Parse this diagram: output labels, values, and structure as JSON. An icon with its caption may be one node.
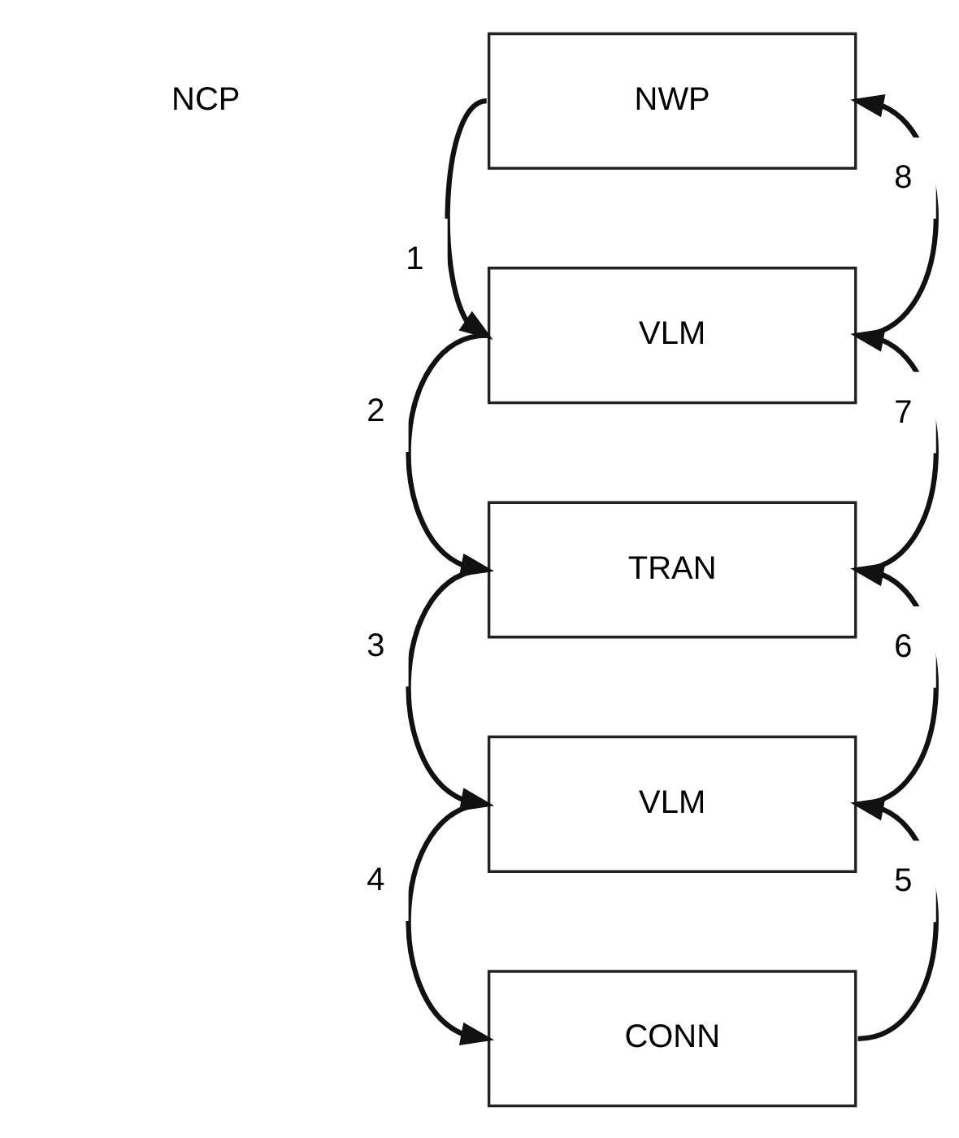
{
  "diagram": {
    "nodes": [
      {
        "text": [
          "NWP"
        ]
      },
      {
        "text": [
          "VLM"
        ]
      },
      {
        "text": [
          "TRAN"
        ]
      },
      {
        "text": [
          "VLM"
        ]
      },
      {
        "text": [
          "CONN"
        ]
      }
    ],
    "edges": [
      {
        "from": 0,
        "to": 1,
        "arrow": "to",
        "label": "1"
      },
      {
        "from": 1,
        "to": 2,
        "arrow": "to",
        "label": "2"
      },
      {
        "from": 2,
        "to": 3,
        "arrow": "to",
        "label": "3"
      },
      {
        "from": 3,
        "to": 4,
        "arrow": "to",
        "label": "4"
      },
      {
        "from": 4,
        "to": 3,
        "arrow": "to",
        "label": "5"
      },
      {
        "from": 3,
        "to": 2,
        "arrow": "to",
        "label": "6"
      },
      {
        "from": 2,
        "to": 1,
        "arrow": "to",
        "label": "7"
      },
      {
        "from": 1,
        "to": 0,
        "arrow": "to",
        "label": "8"
      }
    ],
    "labels": [
      "NCP"
    ]
  }
}
